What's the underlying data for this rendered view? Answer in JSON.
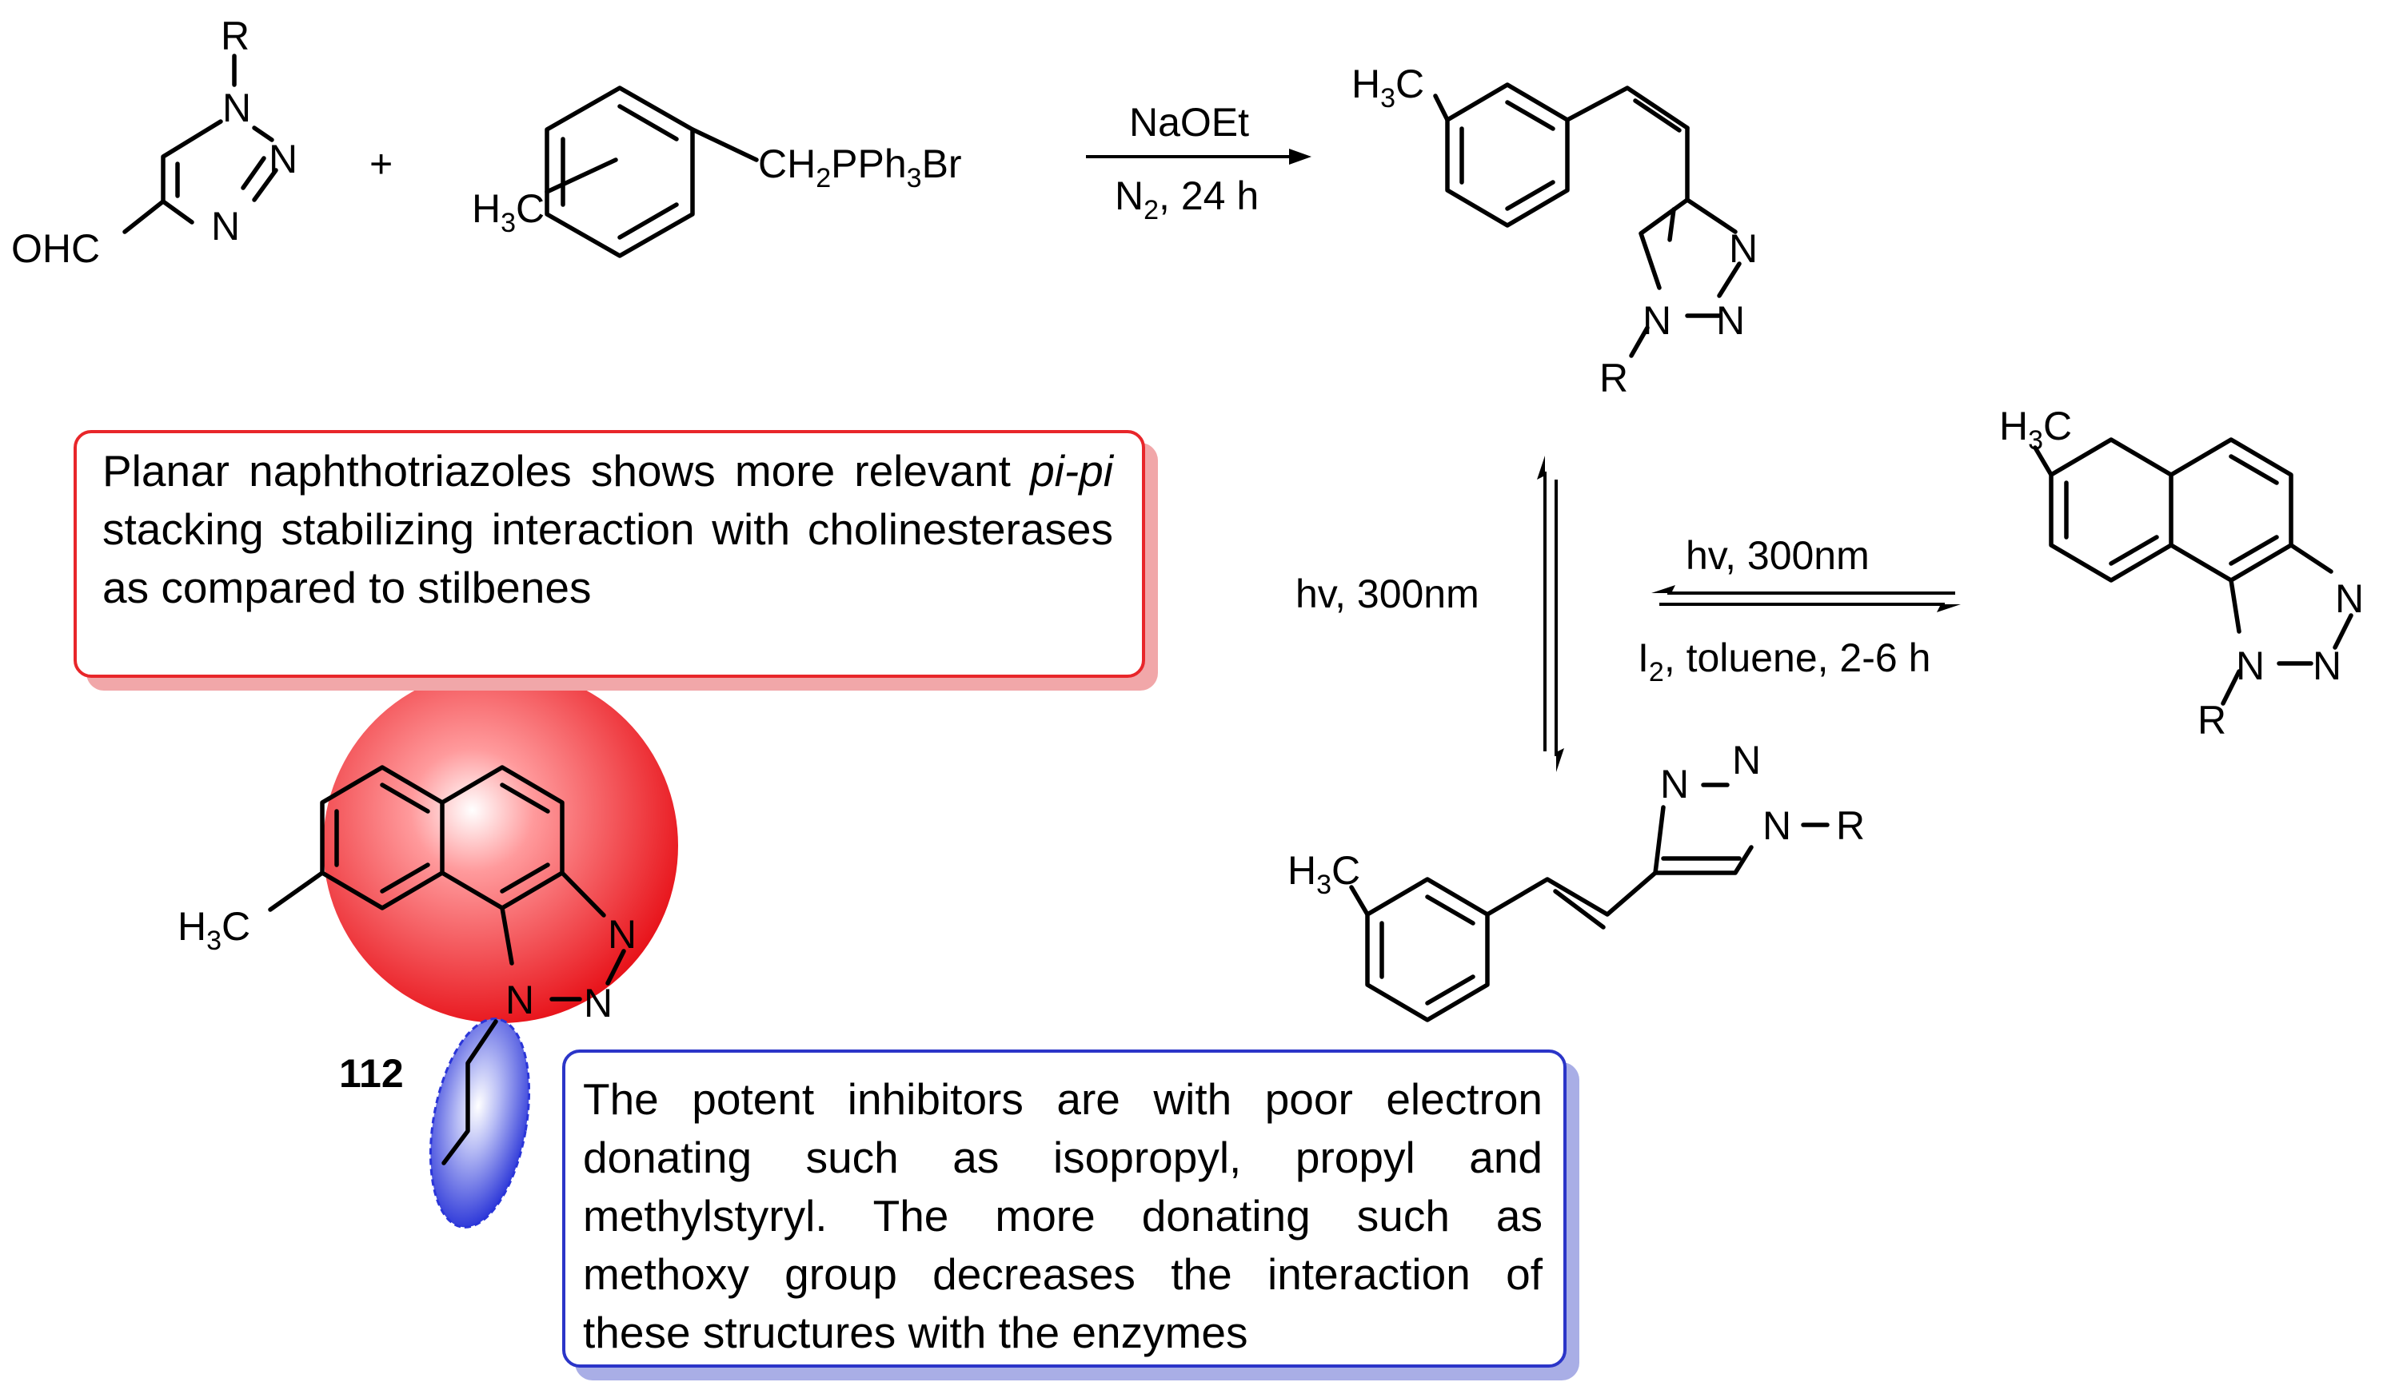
{
  "reactant_aldehyde": {
    "r": "R",
    "n1": "N",
    "n2": "N",
    "n3": "N",
    "cho": "OHC"
  },
  "plus_sign": "+",
  "reagent": {
    "methyl": "H",
    "methyl_sub": "3",
    "methyl_c": "C",
    "group": "CH",
    "group_sub2": "2",
    "group_mid": "PPh",
    "group_sub3": "3",
    "group_end": "Br"
  },
  "step1": {
    "reagent": "NaOEt",
    "cond_n": "N",
    "cond_sub": "2",
    "cond_rest": ", 24 h"
  },
  "cis_product": {
    "methyl": "H",
    "methyl_sub": "3",
    "methyl_c": "C",
    "n_a": "N",
    "n_b": "N",
    "n_c": "N",
    "r": "R"
  },
  "trans_product": {
    "methyl": "H",
    "methyl_sub": "3",
    "methyl_c": "C",
    "n_a": "N",
    "n_b": "N",
    "n_c": "N",
    "r": "R"
  },
  "naphtho_product": {
    "methyl": "H",
    "methyl_sub": "3",
    "methyl_c": "C",
    "n_a": "N",
    "n_b": "N",
    "n_c": "N",
    "r": "R"
  },
  "isomerization": {
    "label": "hv, 300nm"
  },
  "cyclization": {
    "label": "hv, 300nm",
    "cond_i": "I",
    "cond_sub": "2",
    "cond_rest": ", toluene, 2-6 h"
  },
  "compound_112": {
    "label": "112",
    "methyl": "H",
    "methyl_sub": "3",
    "methyl_c": "C",
    "n_a": "N",
    "n_b": "N",
    "n_c": "N"
  },
  "note_planar": {
    "part1": "Planar naphthotriazoles shows more relevant ",
    "italic": "pi-pi",
    "part2": " stacking stabilizing interaction with cholinesterases as compared to stilbenes"
  },
  "note_inhibitors": {
    "text": "The potent inhibitors are with poor electron donating such as isopropyl, propyl and methylstyryl. The more donating such as methoxy group decreases the interaction of these structures with the enzymes"
  },
  "colors": {
    "red_box": "#e8262a",
    "blue_box": "#2b35c8",
    "red_sphere": "#e8141b",
    "blue_ellipse": "#2a35d8"
  }
}
